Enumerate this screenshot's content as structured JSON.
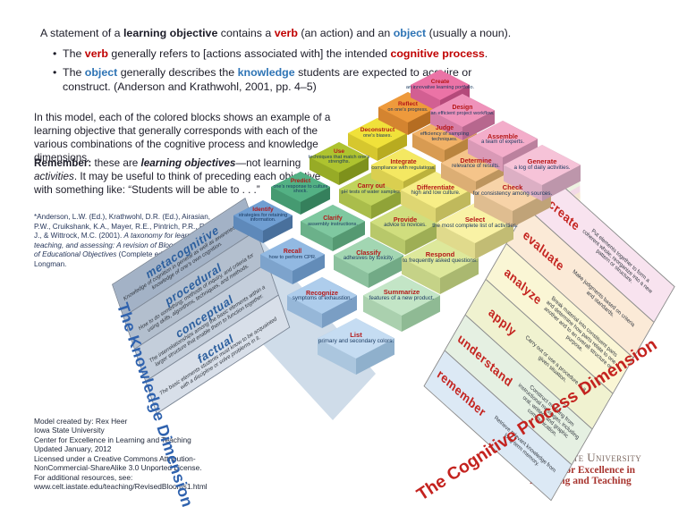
{
  "title_block": {
    "line1": [
      "A statement of a ",
      "learning objective",
      " contains a ",
      "verb",
      " (an action) and an ",
      "object",
      " (usually a noun)."
    ],
    "bullet1": [
      "The ",
      "verb",
      " generally refers to [actions associated with] the intended ",
      "cognitive process",
      "."
    ],
    "bullet2": [
      "The ",
      "object",
      " generally describes the ",
      "knowledge",
      " students are expected to acquire or construct. (Anderson and Krathwohl, 2001, pp. 4–5)"
    ]
  },
  "paragraphs": {
    "model": "In this model, each of the colored blocks shows an example of a learning objective that generally corresponds with each of the various combinations of the cognitive process and knowledge dimensions.",
    "note": [
      "Remember:",
      " these are ",
      "learning objectives",
      "—not learning ",
      "activities",
      ". It may be useful to think of preceding each objective with something like: “Students will be able to . . .”"
    ]
  },
  "citation": [
    "*Anderson, L.W. (Ed.), Krathwohl, D.R. (Ed.), Airasian, P.W., Cruikshank, K.A., Mayer, R.E., Pintrich, P.R., Raths, J., & Wittrock, M.C. (2001). ",
    "A taxonomy for learning, teaching, and assessing: A revision of Bloom’s Taxonomy of Educational Objectives",
    " (Complete edition). New York: Longman."
  ],
  "credits": {
    "line1": "Model created by: Rex Heer",
    "line2": "Iowa State University",
    "line3": "Center for Excellence in Learning and Teaching",
    "line4": "Updated January, 2012",
    "line5": "Licensed under a Creative Commons Attribution-",
    "line6": "NonCommercial-ShareAlike 3.0 Unported License.",
    "line7": "For additional resources, see:",
    "line8": "www.celt.iastate.edu/teaching/RevisedBlooms1.html"
  },
  "logo": {
    "university": "Iowa State University",
    "center1": "Center for Excellence in",
    "center2": "Learning and Teaching"
  },
  "axes": {
    "knowledge": "The Knowledge Dimension",
    "process": "The Cognitive Process Dimension"
  },
  "knowledge_rows": [
    {
      "label": "metacognitive",
      "desc": "Knowledge of cognition in general as well as awareness and knowledge of one’s own cognition."
    },
    {
      "label": "procedural",
      "desc": "How to do something; methods of inquiry, and criteria for using skills, algorithms, techniques, and methods."
    },
    {
      "label": "conceptual",
      "desc": "The interrelationships among the basic elements within a larger structure that enable them to function together."
    },
    {
      "label": "factual",
      "desc": "The basic elements students must know to be acquainted with a discipline or solve problems in it."
    }
  ],
  "process_ramp": [
    {
      "label": "create",
      "desc": "Put elements together to form a coherent whole; reorganize into a new pattern or structure."
    },
    {
      "label": "evaluate",
      "desc": "Make judgments based on criteria and standards."
    },
    {
      "label": "analyze",
      "desc": "Break material into constituent parts and determine how parts relate to one another and to an overall structure or purpose."
    },
    {
      "label": "apply",
      "desc": "Carry out or use a procedure in a given situation."
    },
    {
      "label": "understand",
      "desc": "Construct meaning from instructional messages, including oral, written, and graphic communication."
    },
    {
      "label": "remember",
      "desc": "Retrieve relevant knowledge from long-term memory."
    }
  ],
  "grid": {
    "process_levels": [
      "remember",
      "understand",
      "apply",
      "analyze",
      "evaluate",
      "create"
    ],
    "knowledge_levels": [
      "metacognitive",
      "procedural",
      "conceptual",
      "factual"
    ],
    "cells": [
      {
        "verb": "Identify",
        "object": "strategies for retaining information."
      },
      {
        "verb": "Recall",
        "object": "how to perform CPR."
      },
      {
        "verb": "Recognize",
        "object": "symptoms of exhaustion."
      },
      {
        "verb": "List",
        "object": "primary and secondary colors."
      },
      {
        "verb": "Predict",
        "object": "one’s response to culture shock."
      },
      {
        "verb": "Clarify",
        "object": "assembly instructions."
      },
      {
        "verb": "Classify",
        "object": "adhesives by toxicity."
      },
      {
        "verb": "Summarize",
        "object": "features of a new product."
      },
      {
        "verb": "Use",
        "object": "techniques that match one’s strengths."
      },
      {
        "verb": "Carry out",
        "object": "pH tests of water samples."
      },
      {
        "verb": "Provide",
        "object": "advice to novices."
      },
      {
        "verb": "Respond",
        "object": "to frequently asked questions."
      },
      {
        "verb": "Deconstruct",
        "object": "one’s biases."
      },
      {
        "verb": "Integrate",
        "object": "compliance with regulations."
      },
      {
        "verb": "Differentiate",
        "object": "high and low culture."
      },
      {
        "verb": "Select",
        "object": "the most complete list of activities."
      },
      {
        "verb": "Reflect",
        "object": "on one’s progress."
      },
      {
        "verb": "Judge",
        "object": "efficiency of sampling techniques."
      },
      {
        "verb": "Determine",
        "object": "relevance of results."
      },
      {
        "verb": "Check",
        "object": "for consistency among sources."
      },
      {
        "verb": "Create",
        "object": "an innovative learning portfolio."
      },
      {
        "verb": "Design",
        "object": "an efficient project workflow."
      },
      {
        "verb": "Assemble",
        "object": "a team of experts."
      },
      {
        "verb": "Generate",
        "object": "a log of daily activities."
      }
    ]
  },
  "palette": {
    "remember": "#6f9ed2",
    "understand": "#53b184",
    "apply": "#aec32f",
    "analyze": "#f0e13a",
    "evaluate": "#ee9a3c",
    "create": "#eb73a6",
    "verb_red": "#b51818",
    "object_blue": "#17375e",
    "knowledge_label_blue": "#2c5f9e",
    "process_label_red": "#c4231f",
    "base_slab": "#cfdce9"
  }
}
